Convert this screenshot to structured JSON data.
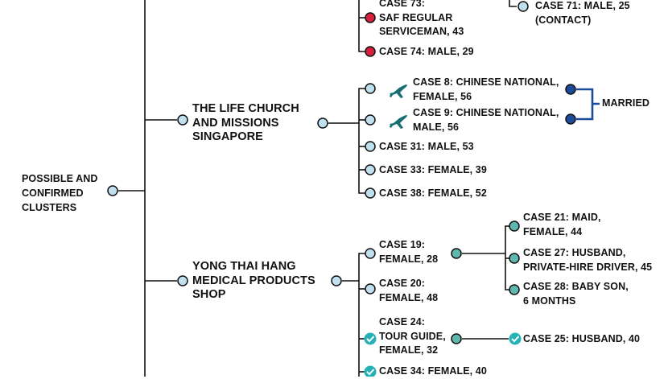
{
  "root": {
    "label": "POSSIBLE AND\nCONFIRMED\nCLUSTERS"
  },
  "top_cluster": {
    "items": [
      {
        "label": "CASE 73:\nSAF REGULAR\nSERVICEMAN, 43",
        "status": "red"
      },
      {
        "label": "CASE 74: MALE, 29",
        "status": "red"
      }
    ],
    "right_item": {
      "label": "CASE 71: MALE, 25\n(CONTACT)",
      "status": "light-blue"
    }
  },
  "church_cluster": {
    "title": "THE LIFE CHURCH\nAND MISSIONS\nSINGAPORE",
    "cases": [
      {
        "label": "CASE 8: CHINESE NATIONAL,\nFEMALE, 56",
        "icon": "airplane-icon"
      },
      {
        "label": "CASE 9: CHINESE NATIONAL,\nMALE, 56",
        "icon": "airplane-icon"
      },
      {
        "label": "CASE 31: MALE, 53"
      },
      {
        "label": "CASE 33: FEMALE, 39"
      },
      {
        "label": "CASE 38: FEMALE, 52"
      }
    ],
    "relation": "MARRIED"
  },
  "yong_cluster": {
    "title": "YONG THAI HANG\nMEDICAL PRODUCTS\nSHOP",
    "cases": [
      {
        "label": "CASE 19:\nFEMALE, 28"
      },
      {
        "label": "CASE 20:\nFEMALE, 48"
      },
      {
        "label": "CASE 24:\nTOUR GUIDE,\nFEMALE, 32",
        "status": "recovered"
      },
      {
        "label": "CASE 34: FEMALE, 40",
        "status": "recovered"
      }
    ],
    "case19_contacts": [
      {
        "label": "CASE 21: MAID,\nFEMALE, 44"
      },
      {
        "label": "CASE 27: HUSBAND,\nPRIVATE-HIRE DRIVER, 45"
      },
      {
        "label": "CASE 28: BABY SON,\n6 MONTHS"
      }
    ],
    "case24_contacts": [
      {
        "label": "CASE 25: HUSBAND, 40",
        "status": "recovered"
      }
    ]
  },
  "colors": {
    "line": "#111111",
    "light_blue": "#bfe0ef",
    "red": "#d81f3c",
    "teal": "#5fb7ad",
    "recovered": "#25b1b5",
    "navy": "#1b4b9a",
    "airplane": "#176f73"
  }
}
